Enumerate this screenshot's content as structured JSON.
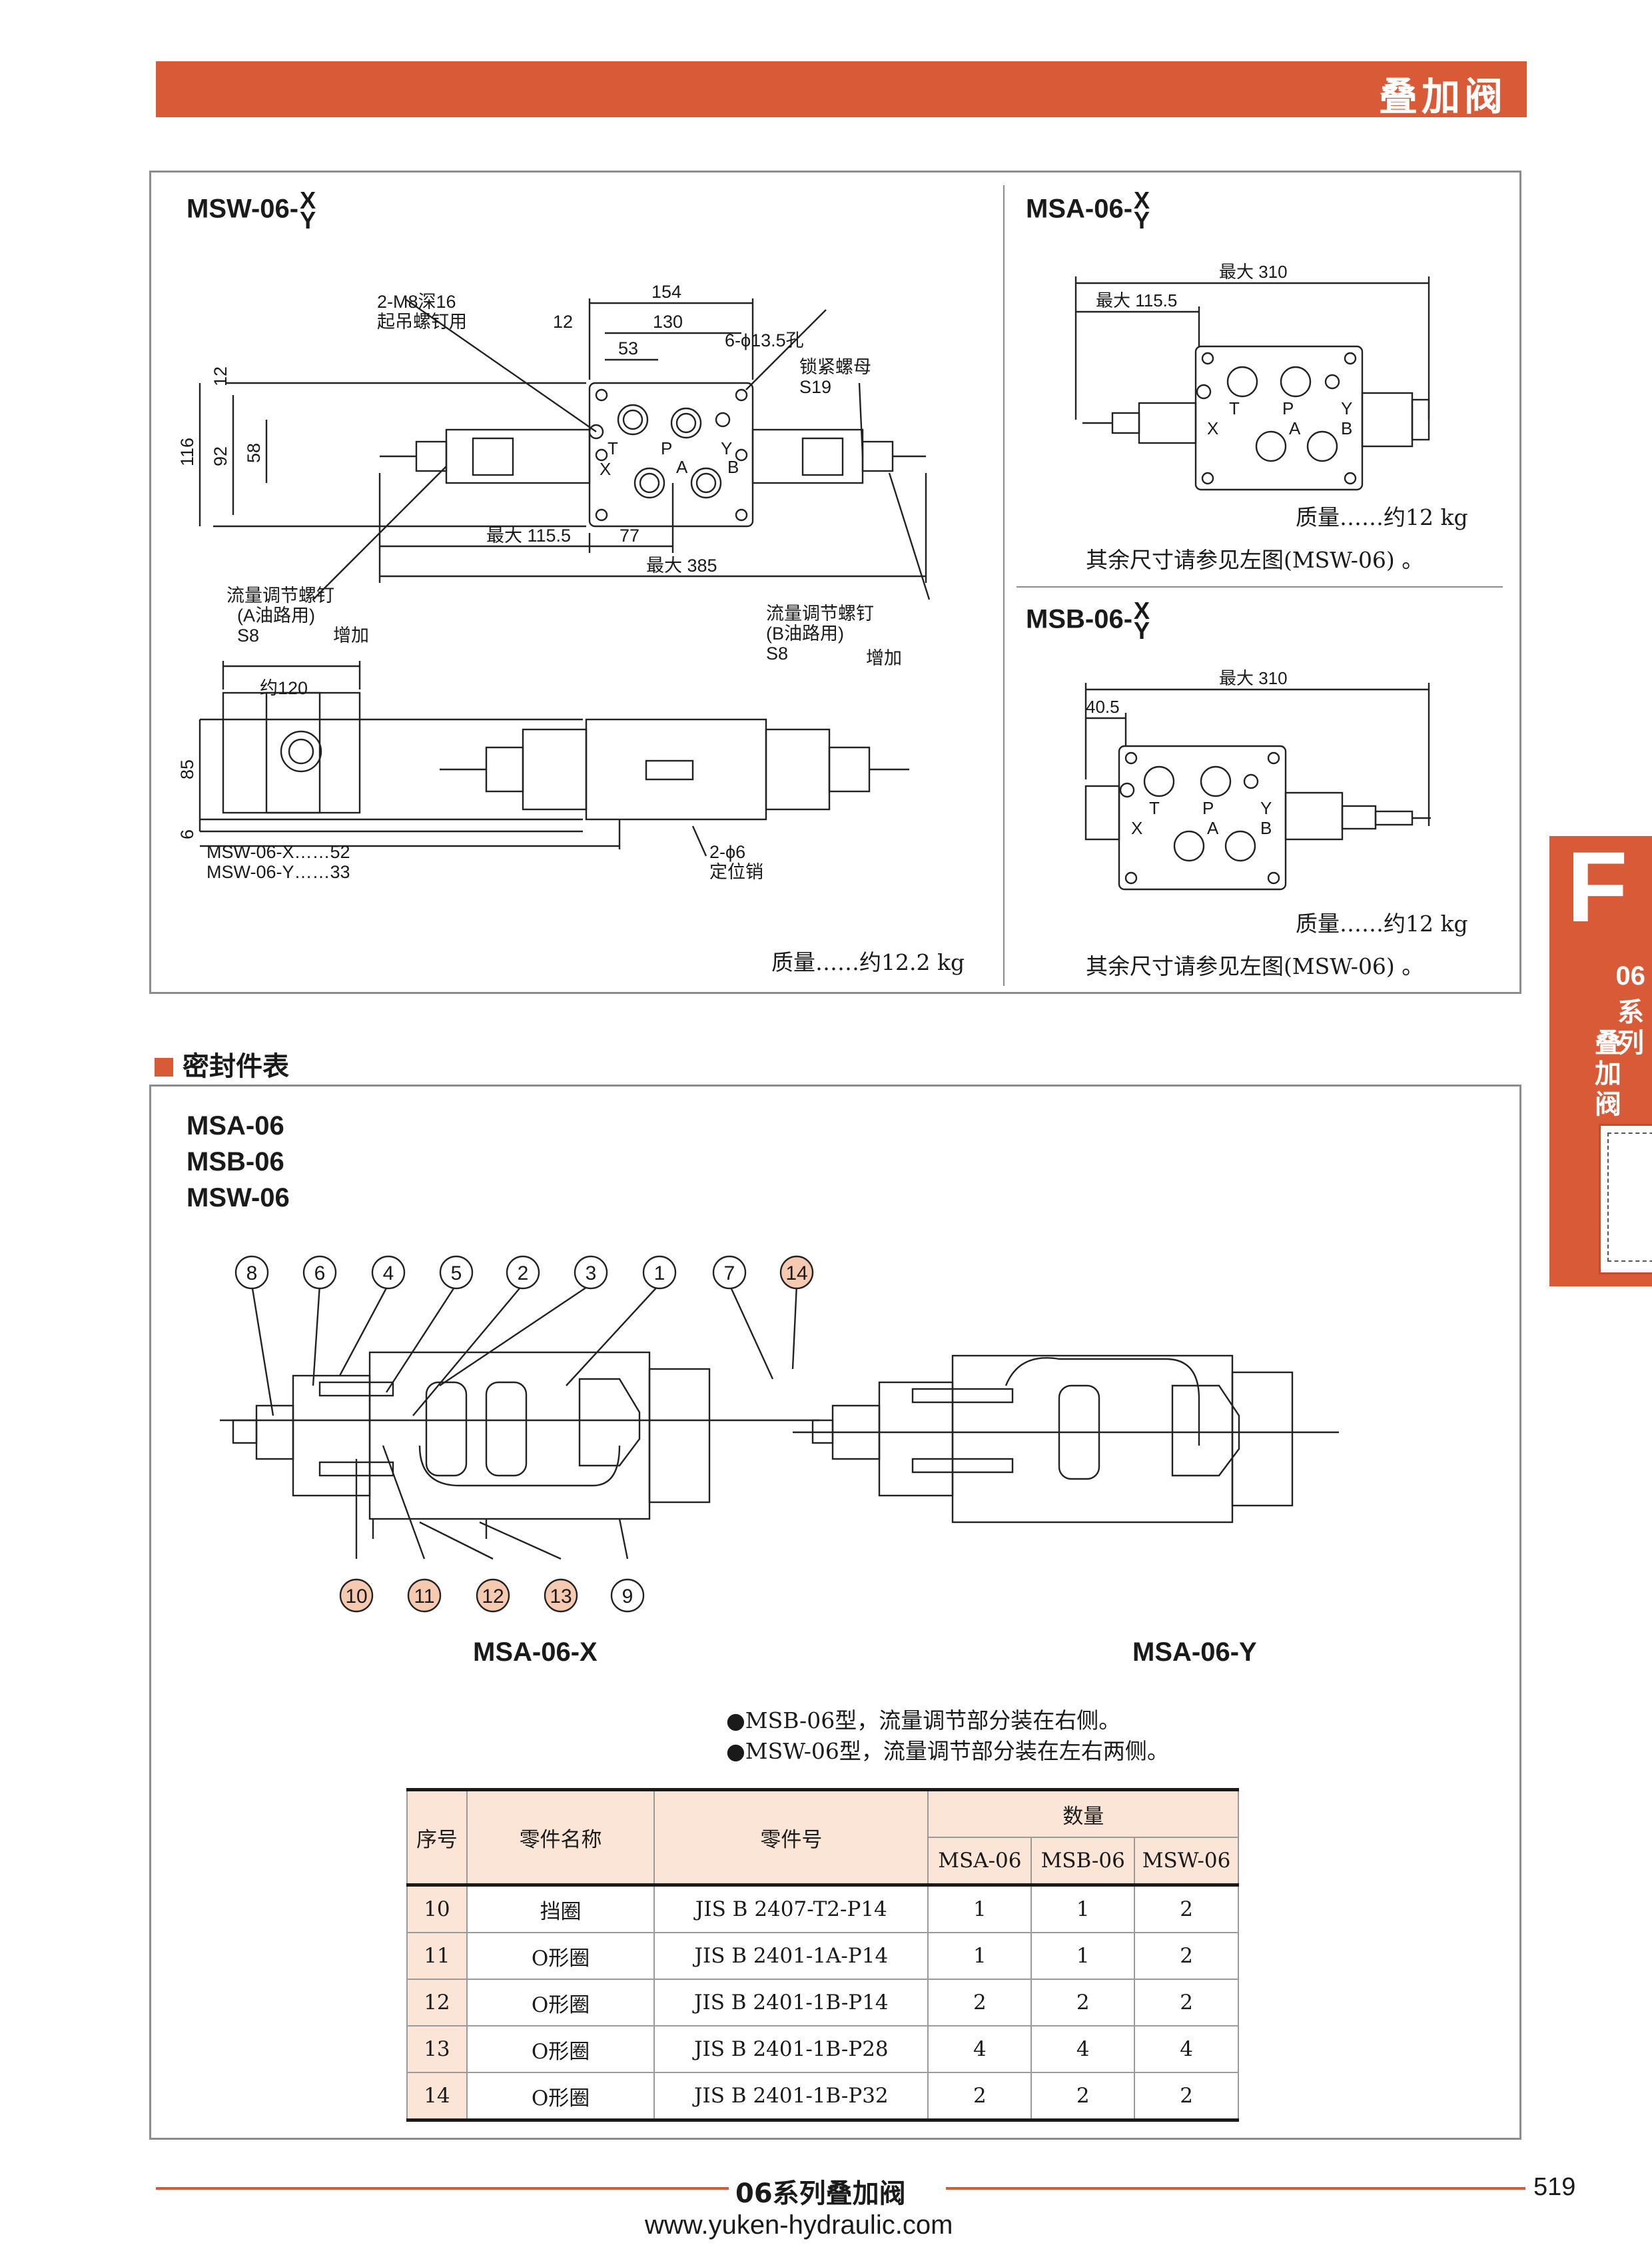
{
  "header": {
    "title": "叠加阀"
  },
  "top_panel": {
    "msw": {
      "model_base": "MSW-06-",
      "model_x": "X",
      "model_y": "Y",
      "labels": {
        "lift_screw_1": "2-M8深16",
        "lift_screw_2": "起吊螺钉用",
        "holes": "6-ϕ13.5孔",
        "lock_nut": "锁紧螺母",
        "lock_nut_size": "S19",
        "d154": "154",
        "d12a": "12",
        "d130": "130",
        "d53": "53",
        "d12b": "12",
        "d116": "116",
        "d92": "92",
        "d58": "58",
        "max1155": "最大 115.5",
        "d77": "77",
        "max385": "最大 385",
        "flow_a_1": "流量调节螺钉",
        "flow_a_2": "(A油路用)",
        "flow_a_3": "S8",
        "flow_b_1": "流量调节螺钉",
        "flow_b_2": "(B油路用)",
        "flow_b_3": "S8",
        "increase_a": "增加",
        "increase_b": "增加",
        "about120": "约120",
        "d85": "85",
        "d6": "6",
        "len_x": "MSW-06-X……52",
        "len_y": "MSW-06-Y……33",
        "pin_1": "2-ϕ6",
        "pin_2": "定位销",
        "port_t": "T",
        "port_p": "P",
        "port_y": "Y",
        "port_x": "X",
        "port_a": "A",
        "port_b": "B"
      },
      "mass": "质量……约12.2 kg"
    },
    "msa": {
      "model_base": "MSA-06-",
      "model_x": "X",
      "model_y": "Y",
      "max310": "最大 310",
      "max1155": "最大 115.5",
      "mass": "质量……约12 kg",
      "note": "其余尺寸请参见左图(MSW-06) 。",
      "ports": {
        "t": "T",
        "p": "P",
        "y": "Y",
        "x": "X",
        "a": "A",
        "b": "B"
      }
    },
    "msb": {
      "model_base": "MSB-06-",
      "model_x": "X",
      "model_y": "Y",
      "max310": "最大 310",
      "d405": "40.5",
      "mass": "质量……约12 kg",
      "note": "其余尺寸请参见左图(MSW-06) 。",
      "ports": {
        "t": "T",
        "p": "P",
        "y": "Y",
        "x": "X",
        "a": "A",
        "b": "B"
      }
    }
  },
  "seal_section": {
    "heading": "密封件表",
    "models": [
      "MSA-06",
      "MSB-06",
      "MSW-06"
    ],
    "callouts_top": [
      "8",
      "6",
      "4",
      "5",
      "2",
      "3",
      "1",
      "7",
      "14"
    ],
    "callouts_bottom": [
      "10",
      "11",
      "12",
      "13",
      "9"
    ],
    "caption_x": "MSA-06-X",
    "caption_y": "MSA-06-Y",
    "notes": [
      "●MSB-06型，流量调节部分装在右侧。",
      "●MSW-06型，流量调节部分装在左右两侧。"
    ],
    "table": {
      "h_no": "序号",
      "h_name": "零件名称",
      "h_part": "零件号",
      "h_qty": "数量",
      "h_cols": [
        "MSA-06",
        "MSB-06",
        "MSW-06"
      ],
      "rows": [
        {
          "no": "10",
          "name": "挡圈",
          "part": "JIS B 2407-T2-P14",
          "q": [
            "1",
            "1",
            "2"
          ]
        },
        {
          "no": "11",
          "name": "O形圈",
          "part": "JIS B 2401-1A-P14",
          "q": [
            "1",
            "1",
            "2"
          ]
        },
        {
          "no": "12",
          "name": "O形圈",
          "part": "JIS B 2401-1B-P14",
          "q": [
            "2",
            "2",
            "2"
          ]
        },
        {
          "no": "13",
          "name": "O形圈",
          "part": "JIS B 2401-1B-P28",
          "q": [
            "4",
            "4",
            "4"
          ]
        },
        {
          "no": "14",
          "name": "O形圈",
          "part": "JIS B 2401-1B-P32",
          "q": [
            "2",
            "2",
            "2"
          ]
        }
      ]
    }
  },
  "side_tab": {
    "letter": "F",
    "line1": "06",
    "line2": "系",
    "line3": "列",
    "line4": "叠",
    "line5": "加",
    "line6": "阀"
  },
  "footer": {
    "title": "06系列叠加阀",
    "page": "519",
    "url": "www.yuken-hydraulic.com"
  }
}
